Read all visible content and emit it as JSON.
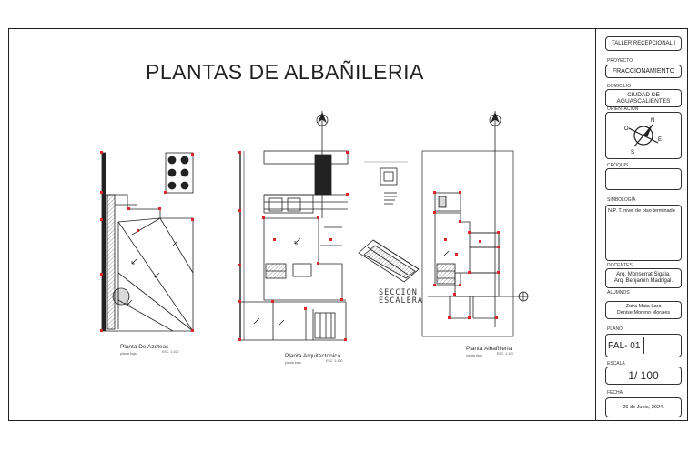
{
  "sheet": {
    "title": "PLANTAS DE ALBAÑILERIA"
  },
  "plans": [
    {
      "name": "Planta De Azoteas",
      "sub": "planta baja",
      "scale": "ESC. 1:100"
    },
    {
      "name": "Planta Arquitectonica",
      "sub": "planta baja",
      "scale": "ESC. 1:100"
    },
    {
      "name": "Planta Albañileria",
      "sub": "planta baja",
      "scale": "ESC. 1:100"
    }
  ],
  "section": {
    "line1": "SECCION",
    "line2": "ESCALERA"
  },
  "title_block": {
    "workshop": "TALLER RECEPCIONAL I",
    "project_caption": "PROYECTO",
    "project": "FRACCIONAMIENTO",
    "address_caption": "DOMICILIO",
    "address": "CIUDAD DE AGUASCALIENTES",
    "orientation_caption": "ORIENTACIÓN",
    "croquis_caption": "CROQUIS",
    "symbology_caption": "SIMBOLOGÍA",
    "symbology_text": "N.P. T. nivel de piso terminado",
    "docentes_caption": "DOCENTES",
    "docente_1": "Arq. Monserrat Sigala.",
    "docente_2": "Arq. Benjamín Madrigal.",
    "alumnos_caption": "ALUMNOS",
    "alumno_1": "Zaira Mata Lara",
    "alumno_2": "Denise Moreno Morales",
    "plano_caption": "PLANO",
    "plano": "PAL- 01",
    "escala_caption": "ESCALA",
    "escala": "1/ 100",
    "fecha_caption": "FECHA",
    "fecha": "26 de Junio, 2024."
  },
  "colors": {
    "line": "#222222",
    "accent_red": "#d9262c",
    "hatch": "#444444"
  }
}
